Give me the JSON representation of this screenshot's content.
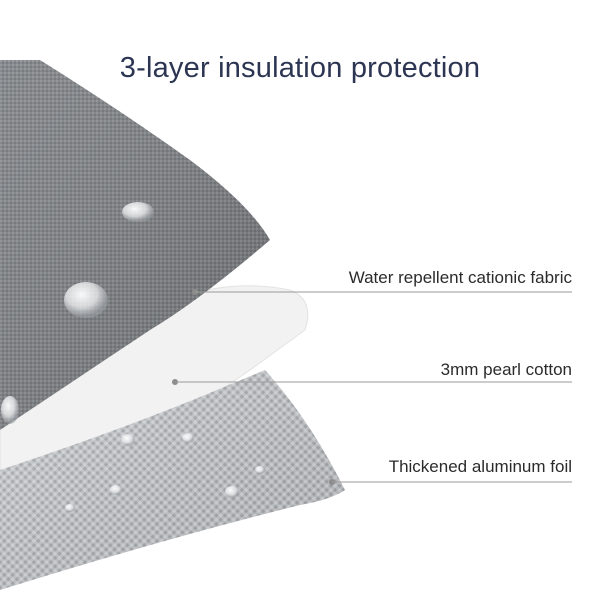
{
  "title": "3-layer insulation protection",
  "layers": [
    {
      "label": "Water repellent cationic fabric"
    },
    {
      "label": "3mm pearl cotton"
    },
    {
      "label": "Thickened aluminum foil"
    }
  ],
  "colors": {
    "title_text": "#2c3552",
    "label_text": "#2b2b2b",
    "fabric": "#7d8084",
    "pearl_cotton": "#f2f2f2",
    "aluminum_foil": "#b9bcbf",
    "leader_line": "#9a9a9a"
  }
}
